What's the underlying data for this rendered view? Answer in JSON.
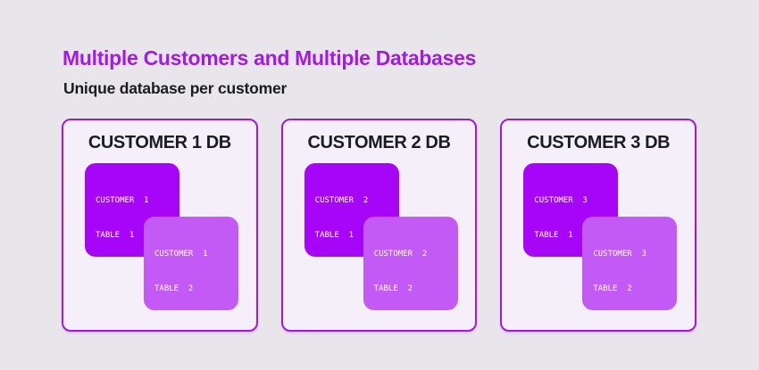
{
  "page": {
    "title": "Multiple Customers and Multiple Databases",
    "subtitle": "Unique database per customer"
  },
  "colors": {
    "page_bg": "#E8E6EB",
    "title_text": "#A419E3",
    "heading_text": "#1B1B22",
    "card_bg": "#F4EFF9",
    "card_border": "#A21AD8",
    "table1_bg": "#A605F7",
    "table2_bg": "#C45AF6",
    "table_text": "#FFFFFF"
  },
  "cards": [
    {
      "title": "CUSTOMER 1 DB",
      "tables": [
        {
          "line1": "CUSTOMER  1",
          "line2": "TABLE  1"
        },
        {
          "line1": "CUSTOMER  1",
          "line2": "TABLE  2"
        }
      ]
    },
    {
      "title": "CUSTOMER 2 DB",
      "tables": [
        {
          "line1": "CUSTOMER  2",
          "line2": "TABLE  1"
        },
        {
          "line1": "CUSTOMER  2",
          "line2": "TABLE  2"
        }
      ]
    },
    {
      "title": "CUSTOMER 3 DB",
      "tables": [
        {
          "line1": "CUSTOMER  3",
          "line2": "TABLE  1"
        },
        {
          "line1": "CUSTOMER  3",
          "line2": "TABLE  2"
        }
      ]
    }
  ]
}
